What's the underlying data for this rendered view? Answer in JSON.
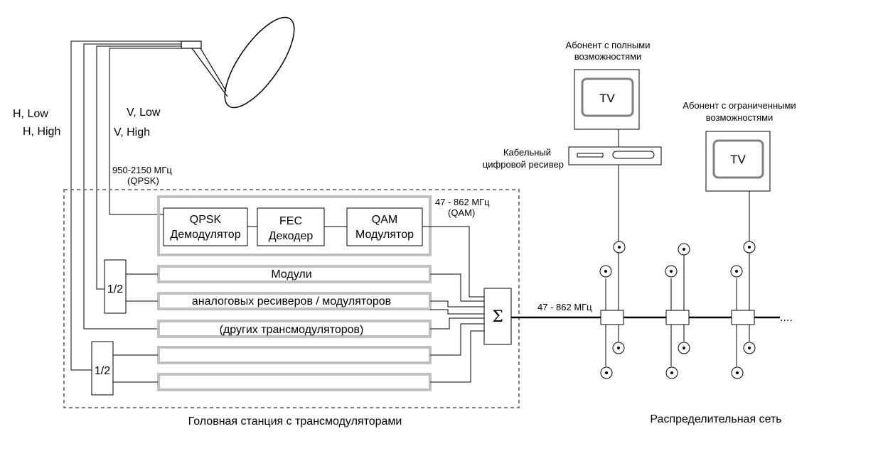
{
  "polarization": {
    "h_low": "H, Low",
    "h_high": "H, High",
    "v_low": "V, Low",
    "v_high": "V, High"
  },
  "if_band": {
    "range": "950-2150 МГц",
    "modulation": "(QPSK)"
  },
  "qam_band": {
    "range": "47 - 862 МГц",
    "modulation": "(QAM)"
  },
  "blocks": {
    "qpsk_line1": "QPSK",
    "qpsk_line2": "Демодулятор",
    "fec_line1": "FEC",
    "fec_line2": "Декодер",
    "qam_line1": "QAM",
    "qam_line2": "Модулятор"
  },
  "modules": {
    "row1": "Модули",
    "row2": "аналоговых ресиверов / модуляторов",
    "row3": "(других трансмодуляторов)"
  },
  "splitters": {
    "upper": "1/2",
    "lower": "1/2"
  },
  "combiner": {
    "symbol": "Σ",
    "output_band": "47 - 862 МГц"
  },
  "subscribers": {
    "full_line1": "Абонент с полными",
    "full_line2": "возможностями",
    "limited_line1": "Абонент с ограниченными",
    "limited_line2": "возможностями",
    "tv_label": "TV"
  },
  "receiver": {
    "line1": "Кабельный",
    "line2": "цифровой  ресивер"
  },
  "captions": {
    "headend": "Головная станция с трансмодуляторами",
    "network": "Распределительная сеть"
  },
  "network_tail": "....",
  "colors": {
    "ink": "#000000",
    "block_border": "#c0c0c0",
    "dashed": "#808080",
    "tv_screen": "#808080"
  }
}
